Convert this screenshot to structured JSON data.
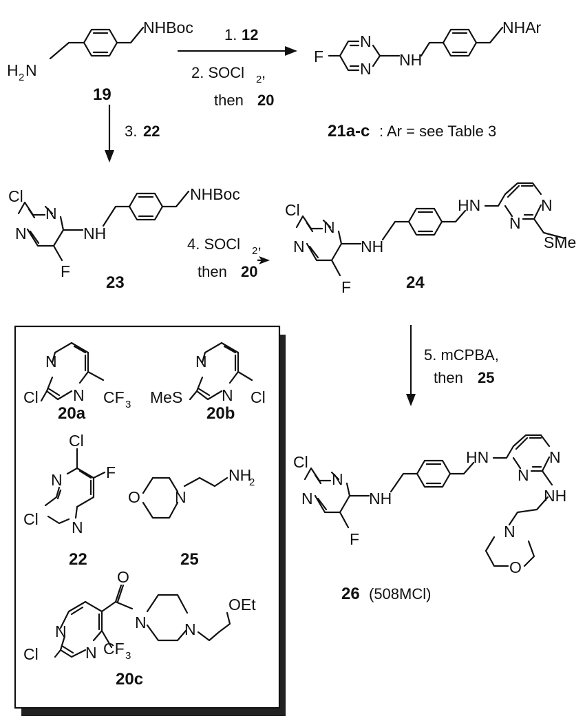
{
  "compounds": {
    "c19": "19",
    "c21": "21a-c",
    "c21_desc": ": Ar = see Table 3",
    "c23": "23",
    "c24": "24",
    "c26": "26",
    "c26_desc": "(508MCl)",
    "c20a": "20a",
    "c20b": "20b",
    "c22": "22",
    "c25": "25",
    "c20c": "20c"
  },
  "atoms": {
    "nhboc": "NHBoc",
    "nhar": "NHAr",
    "h2n_H": "H",
    "h2n_2": "2",
    "h2n_N": "N",
    "n": "N",
    "nh": "NH",
    "hn": "HN",
    "f": "F",
    "cl": "Cl",
    "sme": "SMe",
    "mes": "MeS",
    "o": "O",
    "oet": "OEt",
    "cf": "CF",
    "sub3": "3",
    "nh2": "NH",
    "sub2": "2"
  },
  "conditions": {
    "step1_num": "1.",
    "step1_reagent": "12",
    "step2_line1": "2. SOCl",
    "step2_sub": "2",
    "step2_comma": ",",
    "step2_then": "then",
    "step2_reagent": "20",
    "step3_num": "3.",
    "step3_reagent": "22",
    "step4_line1": "4. SOCl",
    "step4_sub": "2",
    "step4_comma": ",",
    "step4_then": "then",
    "step4_reagent": "20",
    "step5_line1": "5. mCPBA,",
    "step5_then": "then",
    "step5_reagent": "25"
  },
  "colors": {
    "ink": "#111111",
    "background": "#ffffff"
  }
}
